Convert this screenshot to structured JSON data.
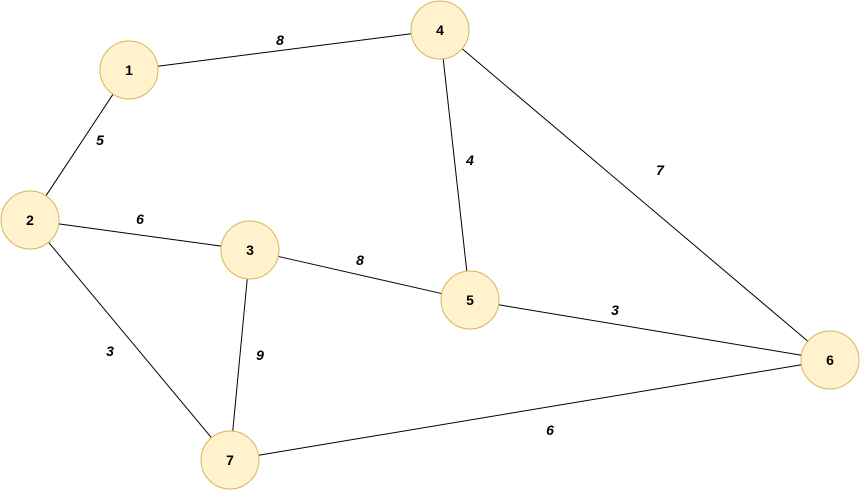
{
  "colors": {
    "node_fill": "#fff2cc",
    "node_stroke": "#d6b656",
    "edge_stroke": "#000000",
    "text": "#000000"
  },
  "nodes": [
    {
      "id": "1",
      "label": "1"
    },
    {
      "id": "2",
      "label": "2"
    },
    {
      "id": "3",
      "label": "3"
    },
    {
      "id": "4",
      "label": "4"
    },
    {
      "id": "5",
      "label": "5"
    },
    {
      "id": "6",
      "label": "6"
    },
    {
      "id": "7",
      "label": "7"
    }
  ],
  "edges": [
    {
      "from": "1",
      "to": "4",
      "weight": "8"
    },
    {
      "from": "1",
      "to": "2",
      "weight": "5"
    },
    {
      "from": "2",
      "to": "3",
      "weight": "6"
    },
    {
      "from": "2",
      "to": "7",
      "weight": "3"
    },
    {
      "from": "3",
      "to": "5",
      "weight": "8"
    },
    {
      "from": "3",
      "to": "7",
      "weight": "9"
    },
    {
      "from": "4",
      "to": "5",
      "weight": "4"
    },
    {
      "from": "4",
      "to": "6",
      "weight": "7"
    },
    {
      "from": "5",
      "to": "6",
      "weight": "3"
    },
    {
      "from": "7",
      "to": "6",
      "weight": "6"
    }
  ]
}
